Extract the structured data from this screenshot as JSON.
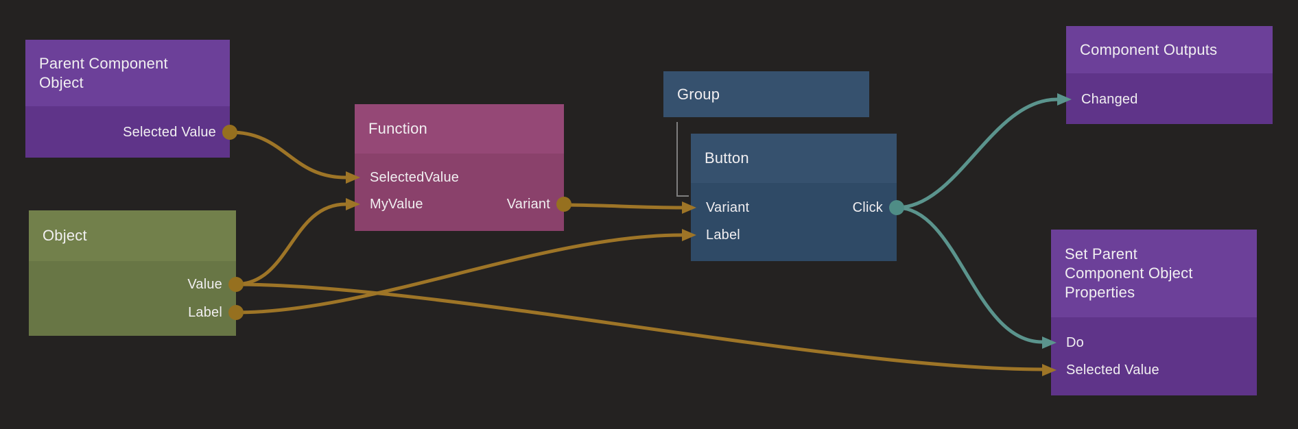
{
  "canvas": {
    "background": "#242221"
  },
  "colors": {
    "data_wire": "#9e7527",
    "signal_wire": "#5b948d",
    "child_wire": "#7f7f7f",
    "purple_header": "#6c4099",
    "purple_body": "#5f3489",
    "olive_header": "#72804b",
    "olive_body": "#687645",
    "magenta_header": "#954876",
    "magenta_body": "#8a416b",
    "blue_header": "#36516e",
    "blue_body": "#2f4a66",
    "text": "#f1eff1"
  },
  "nodes": {
    "parent_component_object": {
      "title": "Parent Component Object",
      "outputs": [
        {
          "label": "Selected Value",
          "type": "data"
        }
      ]
    },
    "object": {
      "title": "Object",
      "outputs": [
        {
          "label": "Value",
          "type": "data"
        },
        {
          "label": "Label",
          "type": "data"
        }
      ]
    },
    "function": {
      "title": "Function",
      "inputs": [
        {
          "label": "SelectedValue",
          "type": "data"
        },
        {
          "label": "MyValue",
          "type": "data"
        }
      ],
      "outputs": [
        {
          "label": "Variant",
          "type": "data"
        }
      ]
    },
    "group": {
      "title": "Group"
    },
    "button": {
      "title": "Button",
      "inputs": [
        {
          "label": "Variant",
          "type": "data"
        },
        {
          "label": "Label",
          "type": "data"
        }
      ],
      "outputs": [
        {
          "label": "Click",
          "type": "signal"
        }
      ]
    },
    "component_outputs": {
      "title": "Component Outputs",
      "inputs": [
        {
          "label": "Changed",
          "type": "signal"
        }
      ]
    },
    "set_parent": {
      "title": "Set Parent Component Object Properties",
      "inputs": [
        {
          "label": "Do",
          "type": "signal"
        },
        {
          "label": "Selected Value",
          "type": "data"
        }
      ]
    }
  },
  "connections": [
    {
      "from": "Parent Component Object.Selected Value",
      "to": "Function.SelectedValue",
      "type": "data"
    },
    {
      "from": "Object.Value",
      "to": "Function.MyValue",
      "type": "data"
    },
    {
      "from": "Object.Value",
      "to": "Set Parent Component Object Properties.Selected Value",
      "type": "data"
    },
    {
      "from": "Object.Label",
      "to": "Button.Label",
      "type": "data"
    },
    {
      "from": "Function.Variant",
      "to": "Button.Variant",
      "type": "data"
    },
    {
      "from": "Button.Click",
      "to": "Component Outputs.Changed",
      "type": "signal"
    },
    {
      "from": "Button.Click",
      "to": "Set Parent Component Object Properties.Do",
      "type": "signal"
    },
    {
      "from": "Group",
      "to": "Button",
      "type": "child"
    }
  ]
}
